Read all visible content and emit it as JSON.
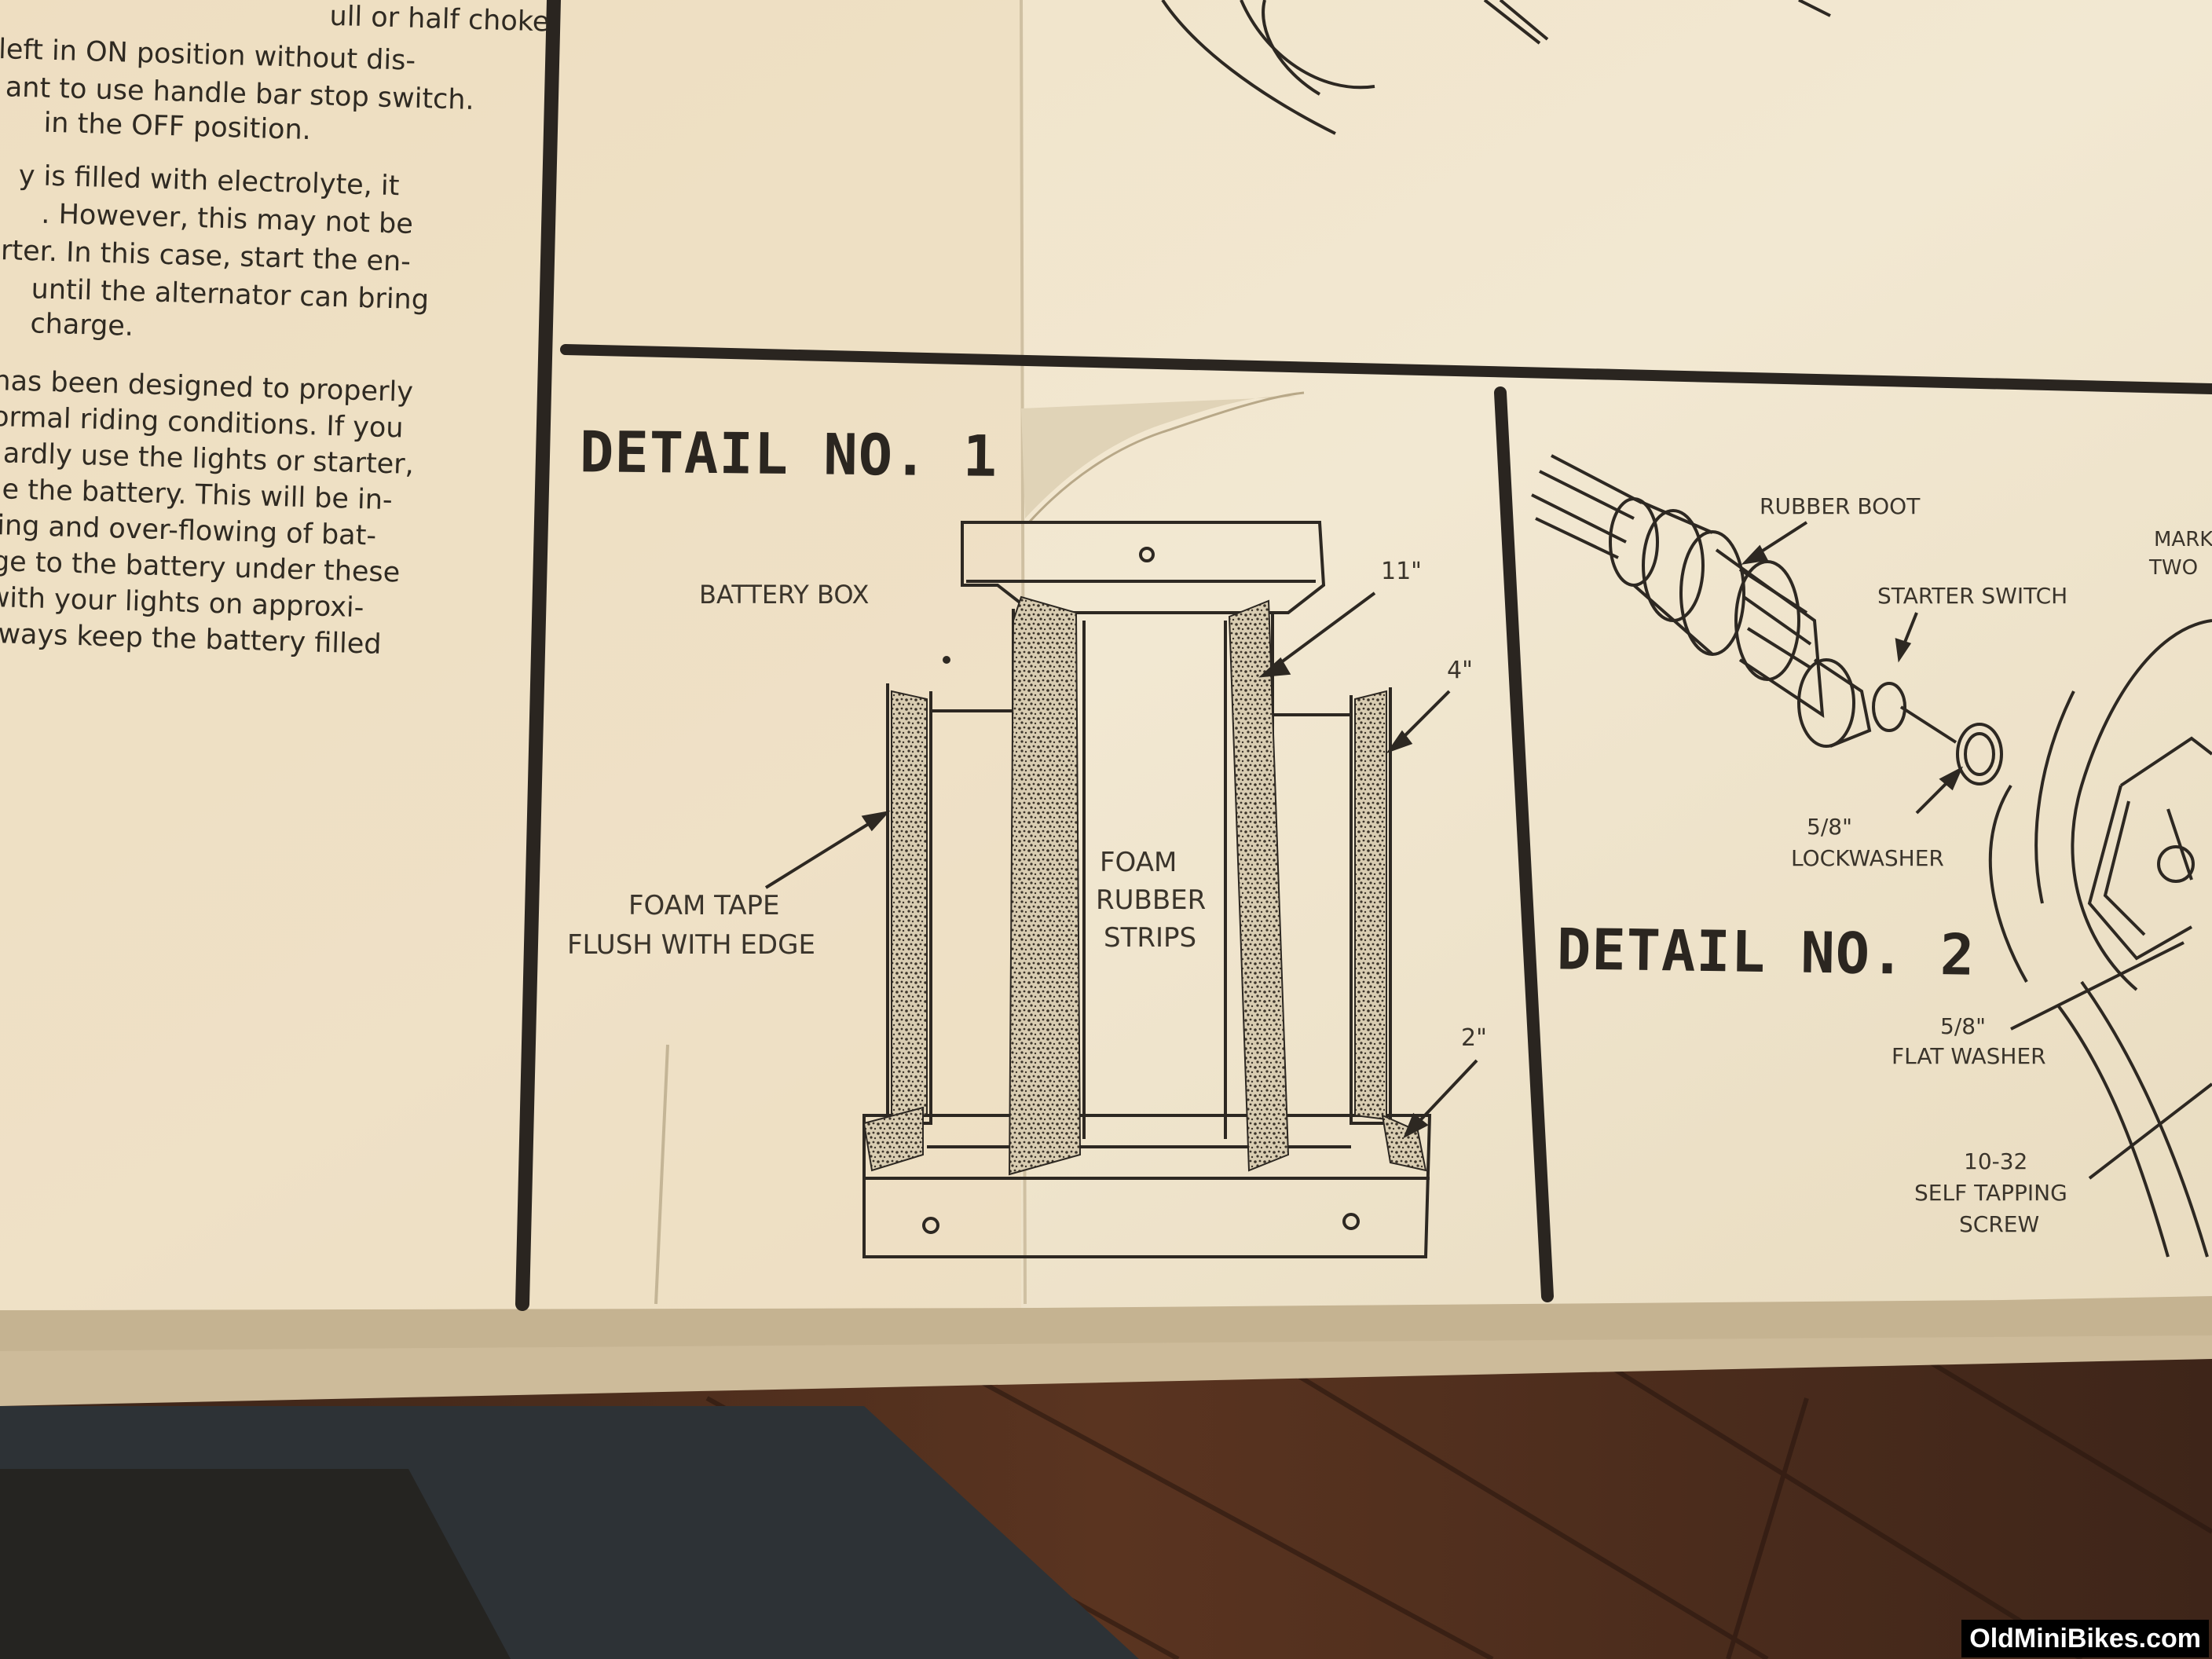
{
  "manual": {
    "lines": [
      "ull or half choke",
      "left in ON position without dis-",
      "ant to use handle bar stop switch.",
      "in the OFF position.",
      "y is filled with electrolyte, it",
      ". However, this may not be",
      "rter. In this case, start the en-",
      "until the alternator can bring",
      "charge.",
      "has been designed to properly",
      "ormal riding conditions. If you",
      "ardly use the lights or starter,",
      "e the battery. This will be in-",
      "ing and over-flowing of bat-",
      "ge to the battery under these",
      "with your lights on approxi-",
      "ways keep the battery filled"
    ]
  },
  "detail1": {
    "heading": "DETAIL NO. 1",
    "labels": {
      "battery_box": "BATTERY BOX",
      "foam_tape_1": "FOAM TAPE",
      "foam_tape_2": "FLUSH WITH EDGE",
      "foam_rubber_1": "FOAM",
      "foam_rubber_2": "RUBBER",
      "foam_rubber_3": "STRIPS",
      "dim_11": "11\"",
      "dim_4": "4\"",
      "dim_2": "2\""
    }
  },
  "detail2": {
    "heading": "DETAIL NO. 2",
    "labels": {
      "rubber_boot": "RUBBER BOOT",
      "starter_switch": "STARTER SWITCH",
      "lockwasher_1": "5/8\"",
      "lockwasher_2": "LOCKWASHER",
      "flat_washer_1": "5/8\"",
      "flat_washer_2": "FLAT WASHER",
      "screw_1": "10-32",
      "screw_2": "SELF TAPPING",
      "screw_3": "SCREW",
      "cut_1": "MARK",
      "cut_2": "TWO"
    }
  },
  "watermark": "OldMiniBikes.com",
  "colors": {
    "paper": "#efe4cc",
    "ink": "#2d2822",
    "wood": "#4a2b1c",
    "floor": "#2b2f33"
  }
}
